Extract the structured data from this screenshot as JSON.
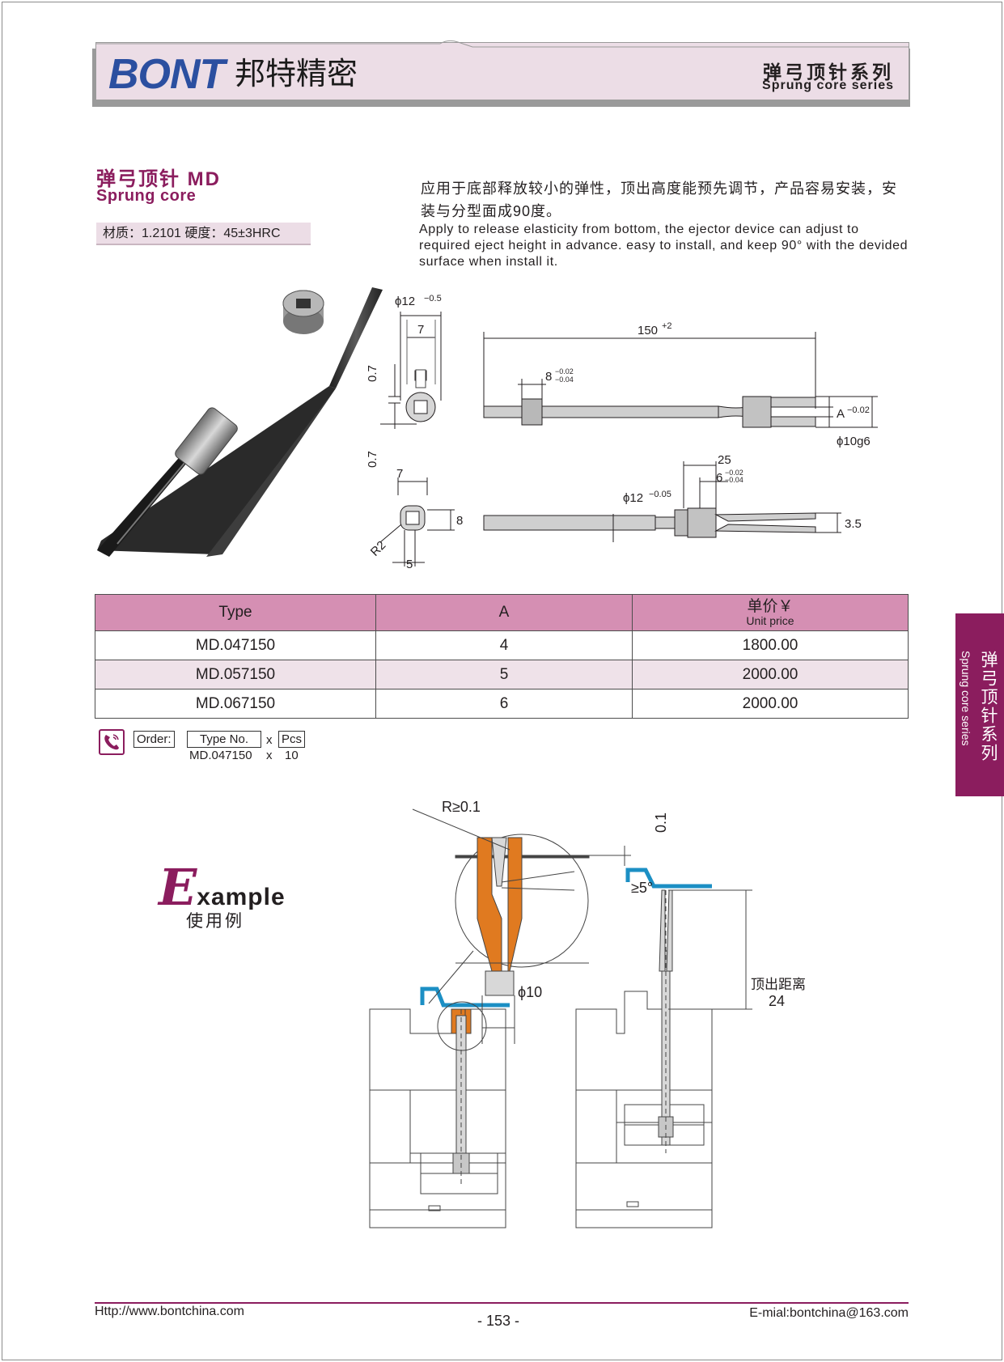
{
  "header": {
    "logo_text": "BONT",
    "logo_cn": "邦特精密",
    "series_cn": "弹弓顶针系列",
    "series_en": "Sprung core series"
  },
  "product": {
    "title_cn": "弹弓顶针 MD",
    "title_en": "Sprung core",
    "material": "材质：1.2101  硬度：45±3HRC",
    "desc_cn": "应用于底部释放较小的弹性，顶出高度能预先调节，产品容易安装，安装与分型面成90度。",
    "desc_en": "Apply to release elasticity from bottom, the ejector device can adjust to required eject height in advance. easy to install, and keep 90°  with the devided surface when install it."
  },
  "drawing": {
    "d12": "ϕ12",
    "d12_tol": "−0.5",
    "w7": "7",
    "t07": "0.7",
    "len150": "150",
    "len150_tol": "+2",
    "d8": "8",
    "d8_tol_up": "−0.02",
    "d8_tol_lo": "−0.04",
    "a_dim": "A",
    "a_tol": "−0.02",
    "d10": "ϕ10g6",
    "r2": "R2",
    "h8": "8",
    "w5": "5",
    "l25": "25",
    "l6": "6",
    "l6_tol_up": "−0.02",
    "l6_tol_lo": "−0.04",
    "d12b": "ϕ12",
    "d12b_tol": "−0.05",
    "t35": "3.5"
  },
  "table": {
    "headers": {
      "type": "Type",
      "a": "A",
      "price_cn": "单价￥",
      "price_en": "Unit price"
    },
    "rows": [
      {
        "type": "MD.047150",
        "a": "4",
        "price": "1800.00"
      },
      {
        "type": "MD.057150",
        "a": "5",
        "price": "2000.00"
      },
      {
        "type": "MD.067150",
        "a": "6",
        "price": "2000.00"
      }
    ]
  },
  "order": {
    "label": "Order:",
    "type_no": "Type No.",
    "x": "x",
    "pcs": "Pcs",
    "example_type": "MD.047150",
    "example_x": "x",
    "example_qty": "10"
  },
  "side_tab": {
    "cn": "弹弓顶针系列",
    "en": "Sprung core series"
  },
  "example": {
    "title_E": "E",
    "title_rest": "xample",
    "title_cn": "使用例",
    "r_label": "R≥0.1",
    "gap": "0.1",
    "angle": "≥5°",
    "d10": "ϕ10",
    "eject_cn": "顶出距离",
    "eject_val": "24"
  },
  "footer": {
    "url": "Http://www.bontchina.com",
    "page": "- 153 -",
    "email": "E-mial:bontchina@163.com"
  }
}
